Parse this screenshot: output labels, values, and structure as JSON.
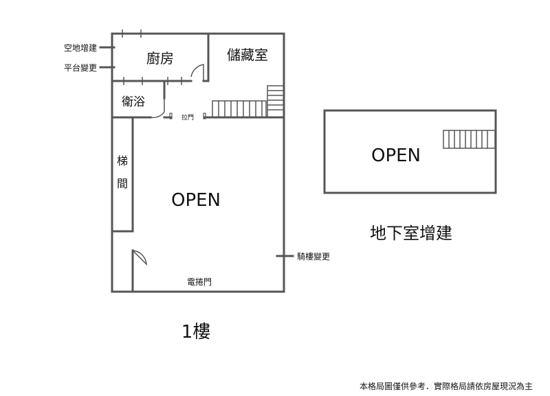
{
  "floor1": {
    "rooms": {
      "kitchen": "廚房",
      "storage": "儲藏室",
      "bathroom": "衛浴",
      "stair_char1": "梯",
      "stair_char2": "間",
      "open": "OPEN"
    },
    "annotations": {
      "empty_lot_addition": "空地增建",
      "platform_change": "平台變更",
      "sliding_door": "拉門",
      "arcade_change": "騎樓變更",
      "rolling_door": "電捲門"
    },
    "title": "1樓"
  },
  "basement": {
    "open": "OPEN",
    "title": "地下室增建"
  },
  "disclaimer": "本格局圖僅供參考．實際格局請依房屋現況為主"
}
